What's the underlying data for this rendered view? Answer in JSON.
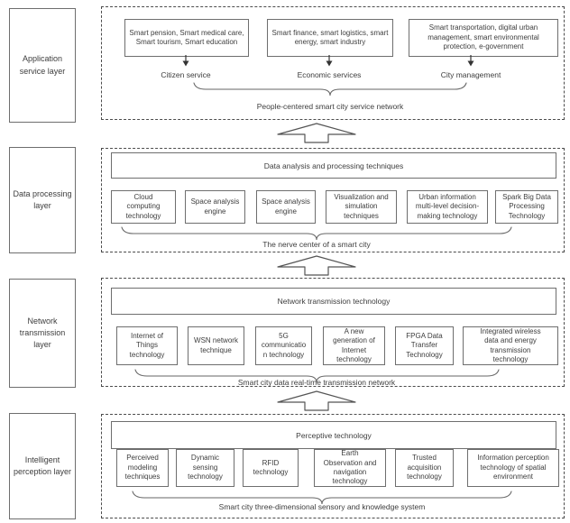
{
  "colors": {
    "box_border": "#6e6e6e",
    "dashed_border": "#4c4c4c",
    "text": "#3d3d3d",
    "background": "#ffffff"
  },
  "layers": [
    {
      "sidebar": "Application\nservice layer",
      "groups": [
        {
          "box": "Smart pension, Smart medical care,\nSmart tourism, Smart education",
          "service": "Citizen service"
        },
        {
          "box": "Smart finance, smart logistics, smart\nenergy, smart industry",
          "service": "Economic services"
        },
        {
          "box": "Smart transportation, digital urban\nmanagement, smart environmental\nprotection, e-government",
          "service": "City management"
        }
      ],
      "caption": "People-centered smart city service network"
    },
    {
      "sidebar": "Data processing\nlayer",
      "header": "Data analysis and processing techniques",
      "boxes": [
        "Cloud\ncomputing\ntechnology",
        "Space analysis\nengine",
        "Space analysis\nengine",
        "Visualization and\nsimulation\ntechniques",
        "Urban information\nmulti-level decision-\nmaking technology",
        "Spark Big Data\nProcessing\nTechnology"
      ],
      "caption": "The nerve center of a smart city"
    },
    {
      "sidebar": "Network\ntransmission\nlayer",
      "header": "Network transmission technology",
      "boxes": [
        "Internet of\nThings\ntechnology",
        "WSN network\ntechnique",
        "5G\ncommunicatio\nn technology",
        "A new\ngeneration of\nInternet\ntechnology",
        "FPGA Data\nTransfer\nTechnology",
        "Integrated wireless\ndata and energy\ntransmission\ntechnology"
      ],
      "caption": "Smart city data real-time transmission network"
    },
    {
      "sidebar": "Intelligent\nperception layer",
      "header": "Perceptive technology",
      "boxes": [
        "Perceived\nmodeling\ntechniques",
        "Dynamic\nsensing\ntechnology",
        "RFID\ntechnology",
        "Earth\nObservation and\nnavigation\ntechnology",
        "Trusted\nacquisition\ntechnology",
        "Information perception\ntechnology of spatial\nenvironment"
      ],
      "caption": "Smart city three-dimensional sensory and knowledge system"
    }
  ]
}
